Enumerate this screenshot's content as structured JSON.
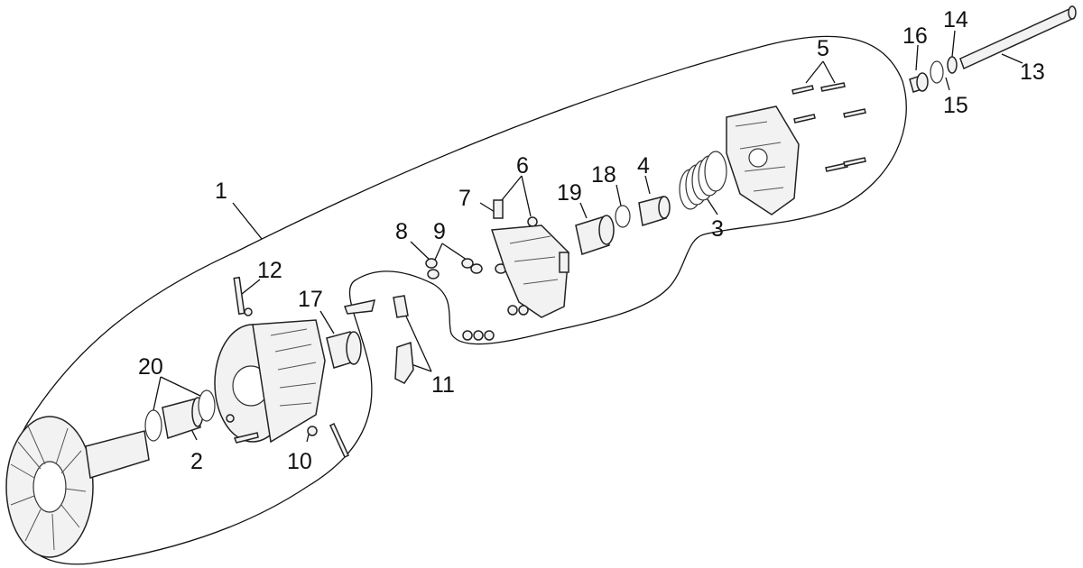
{
  "diagram": {
    "callouts": [
      "1",
      "2",
      "3",
      "4",
      "5",
      "6",
      "7",
      "8",
      "9",
      "10",
      "11",
      "12",
      "13",
      "14",
      "15",
      "16",
      "17",
      "18",
      "19",
      "20"
    ],
    "colors": {
      "line": "#111111",
      "fill": "#f2f2f2",
      "background": "#ffffff"
    }
  }
}
